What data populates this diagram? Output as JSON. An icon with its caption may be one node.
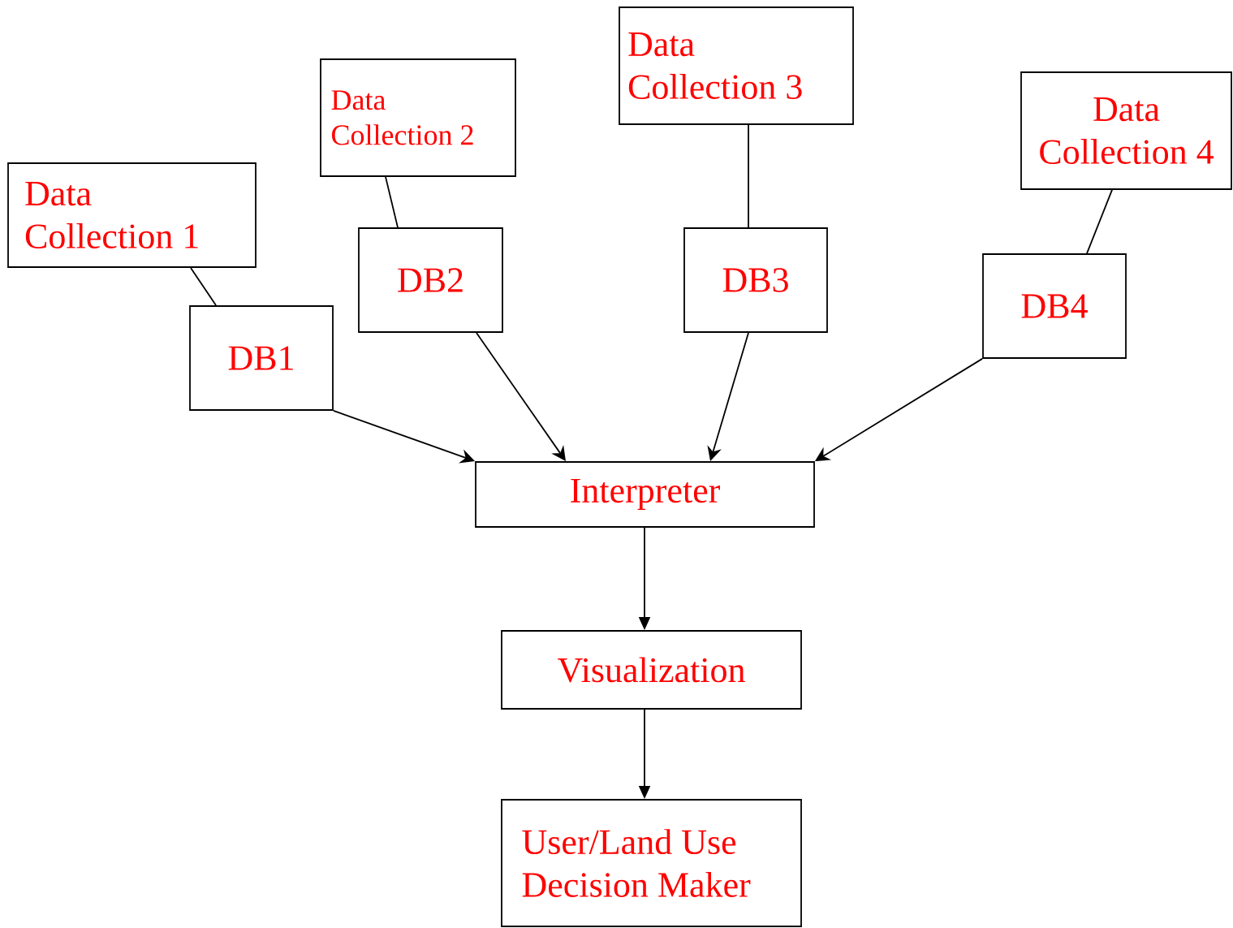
{
  "diagram": {
    "nodes": [
      {
        "text": [
          "Data Collection 1"
        ]
      },
      {
        "text": [
          "Data Collection 2"
        ]
      },
      {
        "text": [
          "Data Collection 3"
        ]
      },
      {
        "text": [
          "Data Collection 4"
        ]
      },
      {
        "text": [
          "DB1"
        ]
      },
      {
        "text": [
          "DB2"
        ]
      },
      {
        "text": [
          "DB3"
        ]
      },
      {
        "text": [
          "DB4"
        ]
      },
      {
        "text": [
          "Interpreter"
        ]
      },
      {
        "text": [
          "Visualization"
        ]
      },
      {
        "text": [
          "User/Land Use Decision Maker"
        ]
      }
    ],
    "edges": [
      {
        "from": 0,
        "to": 4,
        "arrow": "none"
      },
      {
        "from": 1,
        "to": 5,
        "arrow": "none"
      },
      {
        "from": 2,
        "to": 6,
        "arrow": "none"
      },
      {
        "from": 3,
        "to": 7,
        "arrow": "none"
      },
      {
        "from": 4,
        "to": 8,
        "arrow": "to"
      },
      {
        "from": 5,
        "to": 8,
        "arrow": "to"
      },
      {
        "from": 6,
        "to": 8,
        "arrow": "to"
      },
      {
        "from": 7,
        "to": 8,
        "arrow": "to"
      },
      {
        "from": 8,
        "to": 9,
        "arrow": "to"
      },
      {
        "from": 9,
        "to": 10,
        "arrow": "to"
      }
    ]
  }
}
